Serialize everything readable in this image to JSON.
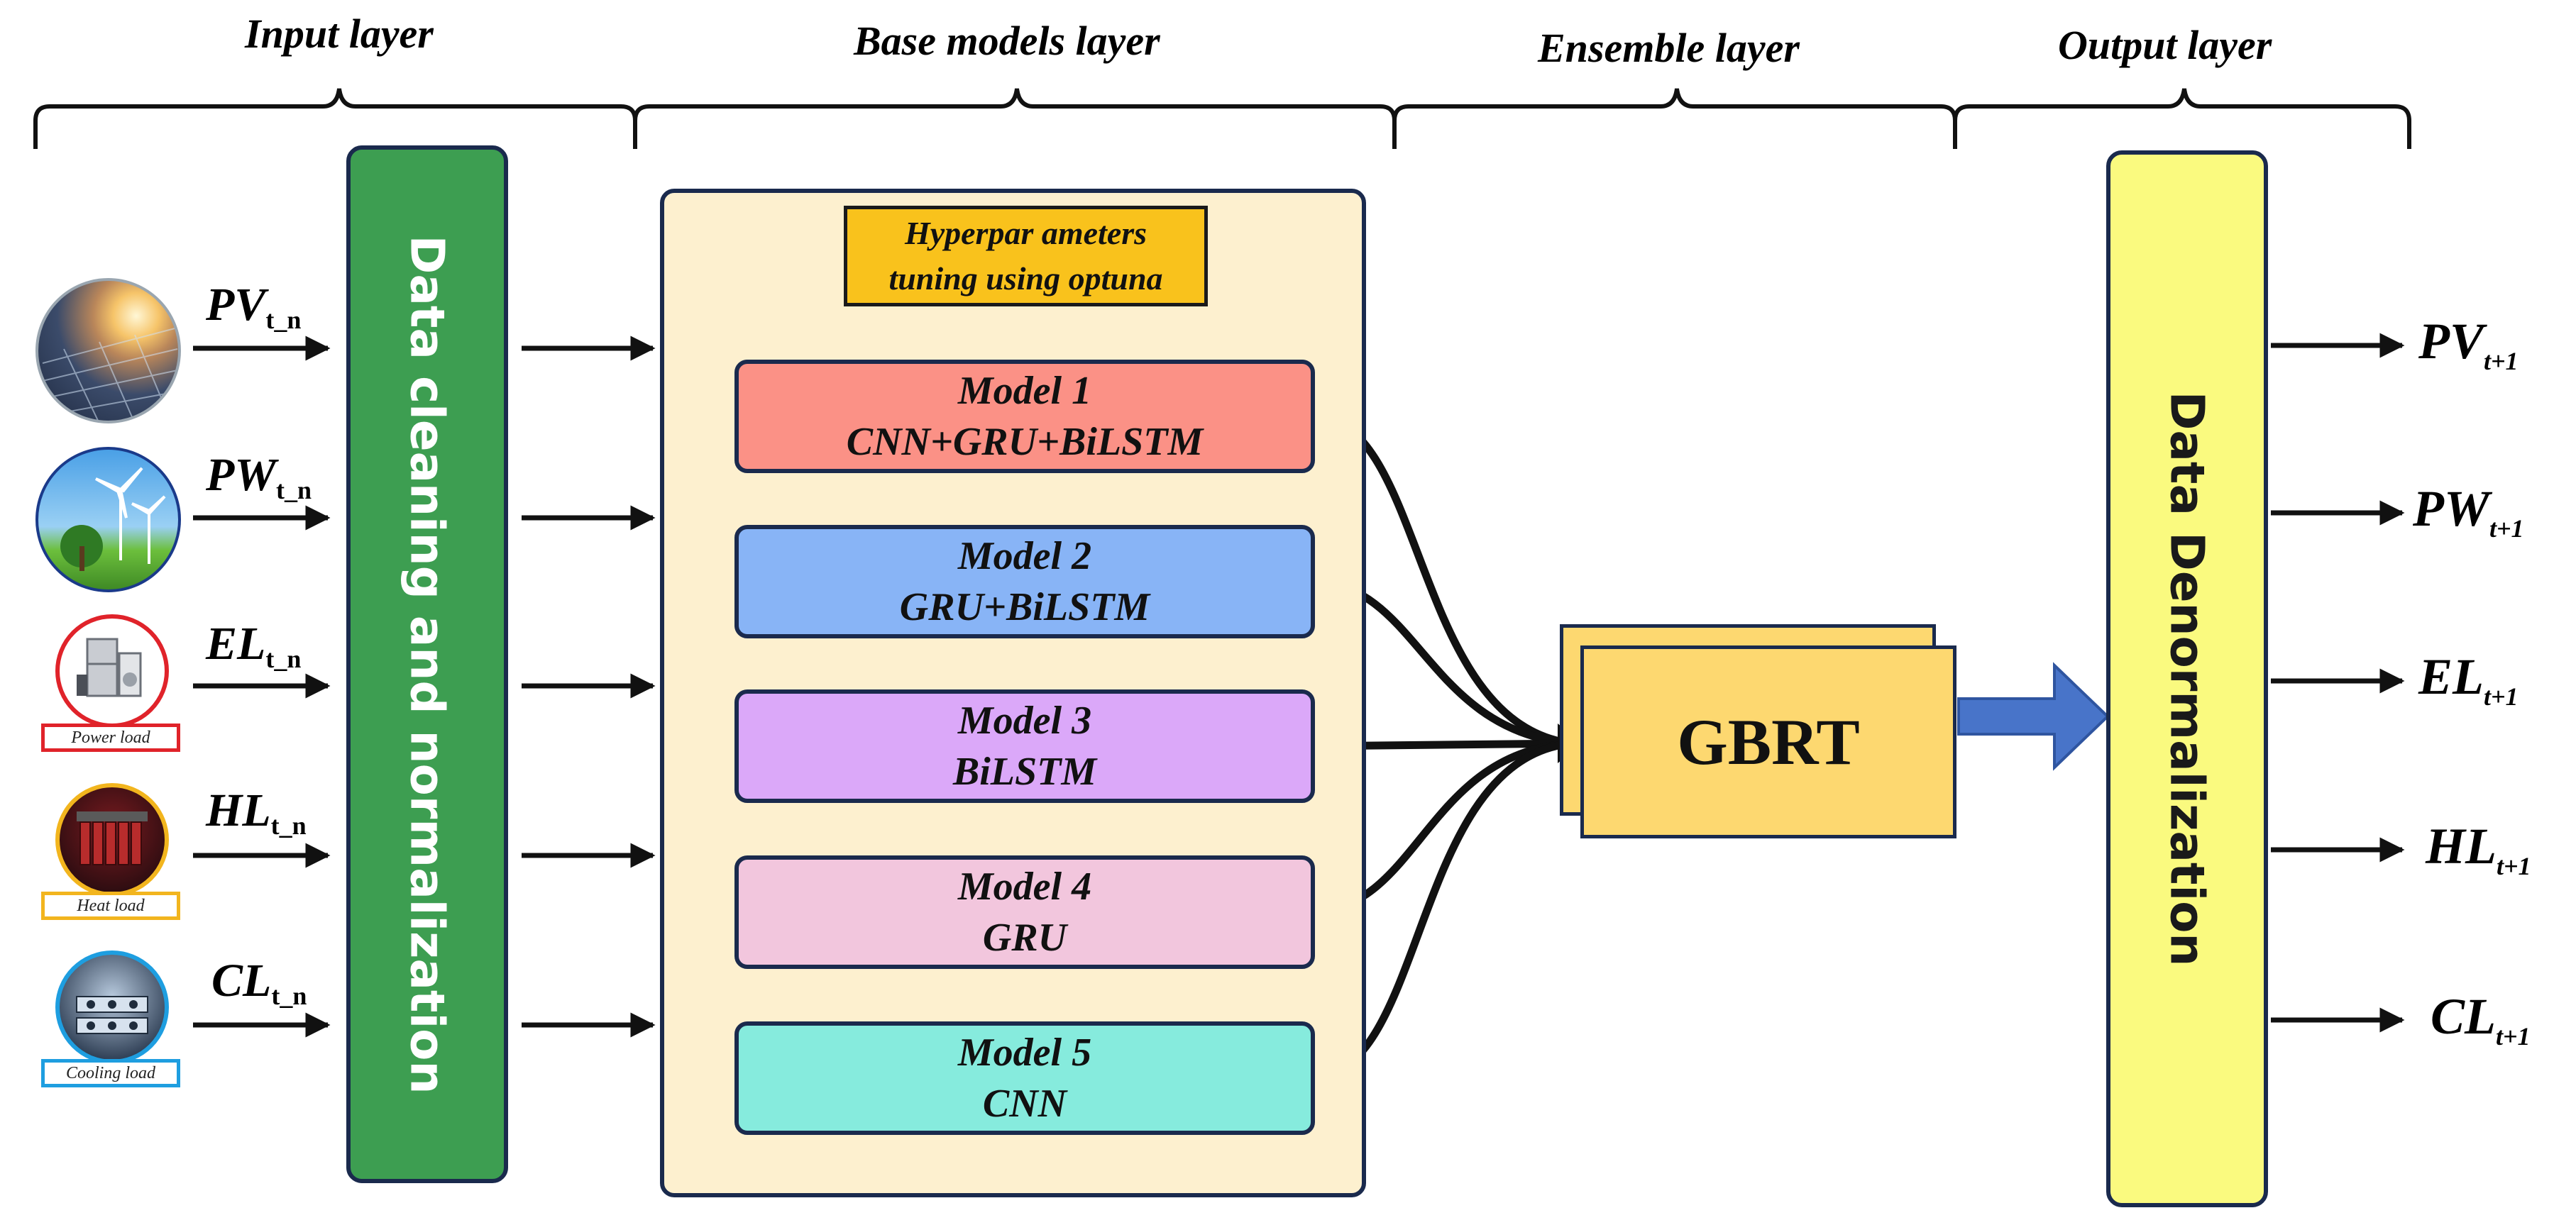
{
  "layers": {
    "input": "Input layer",
    "base": "Base models layer",
    "ensemble": "Ensemble layer",
    "output": "Output layer"
  },
  "inputs": [
    {
      "name": "PV",
      "sub": "t_n",
      "icon": "solar-panel-icon"
    },
    {
      "name": "PW",
      "sub": "t_n",
      "icon": "wind-turbine-icon"
    },
    {
      "name": "EL",
      "sub": "t_n",
      "icon": "power-load-icon",
      "tag": "Power load"
    },
    {
      "name": "HL",
      "sub": "t_n",
      "icon": "heat-load-icon",
      "tag": "Heat load"
    },
    {
      "name": "CL",
      "sub": "t_n",
      "icon": "cooling-load-icon",
      "tag": "Cooling load"
    }
  ],
  "preprocess": "Data cleaning and normalization",
  "hyperparameters": {
    "line1": "Hyperpar ameters",
    "line2": "tuning using optuna"
  },
  "models": [
    {
      "title": "Model 1",
      "arch": "CNN+GRU+BiLSTM",
      "color": "#fb9186"
    },
    {
      "title": "Model 2",
      "arch": "GRU+BiLSTM",
      "color": "#88b4f6"
    },
    {
      "title": "Model 3",
      "arch": "BiLSTM",
      "color": "#dba8f9"
    },
    {
      "title": "Model 4",
      "arch": "GRU",
      "color": "#f2c6dd"
    },
    {
      "title": "Model 5",
      "arch": "CNN",
      "color": "#86ebdd"
    }
  ],
  "ensemble": "GBRT",
  "postprocess": "Data Denormalization",
  "outputs": [
    {
      "name": "PV",
      "sub": "t+1"
    },
    {
      "name": "PW",
      "sub": "t+1"
    },
    {
      "name": "EL",
      "sub": "t+1"
    },
    {
      "name": "HL",
      "sub": "t+1"
    },
    {
      "name": "CL",
      "sub": "t+1"
    }
  ],
  "colors": {
    "green_bar": "#3d9e51",
    "yellow_bar": "#fafa7f",
    "panel": "#fdf0cf",
    "hyper": "#f9c21c",
    "gbrt": "#fdd870",
    "big_arrow": "#4874c9"
  }
}
